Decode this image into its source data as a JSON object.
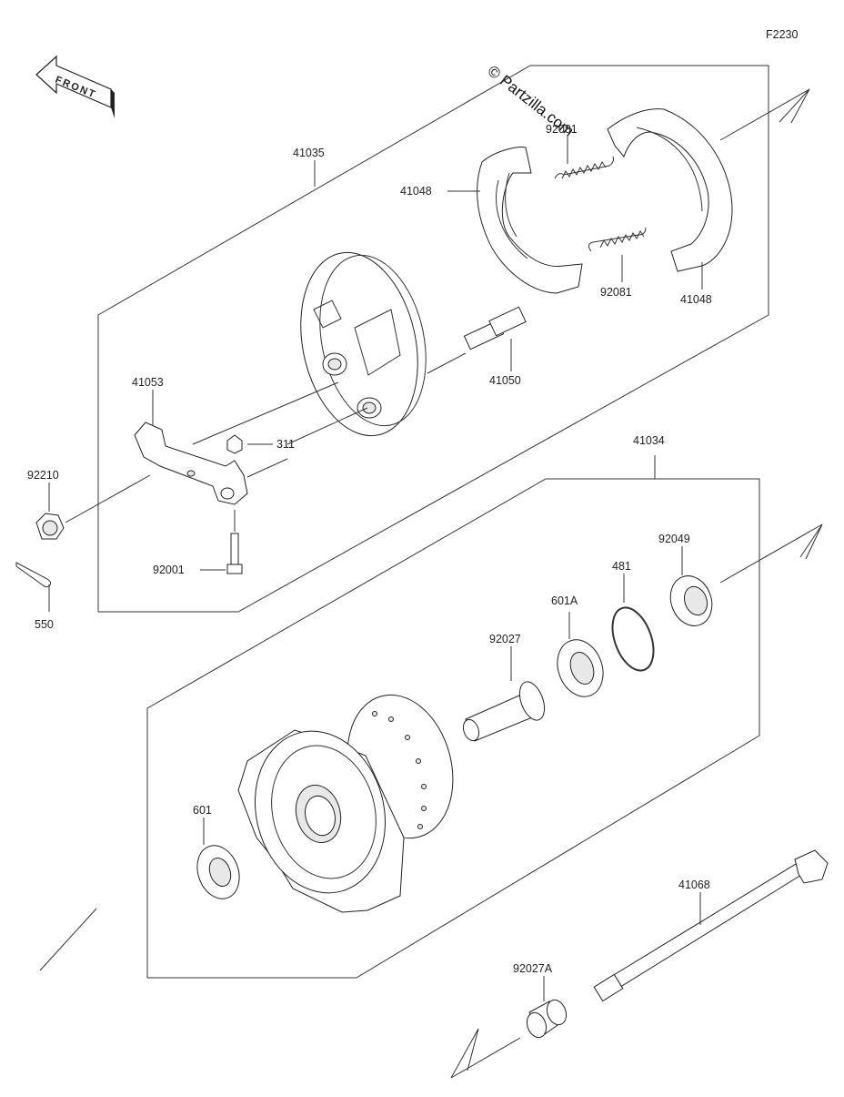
{
  "figure_code": "F2230",
  "watermark": "© Partzilla.com",
  "front_label": "FRONT",
  "labels": {
    "p41035": "41035",
    "p41048a": "41048",
    "p92081a": "92081",
    "p92081b": "92081",
    "p41048b": "41048",
    "p41050": "41050",
    "p41053": "41053",
    "p311": "311",
    "p92210": "92210",
    "p92001": "92001",
    "p550": "550",
    "p41034": "41034",
    "p92049": "92049",
    "p481": "481",
    "p601A": "601A",
    "p92027": "92027",
    "p601": "601",
    "p41068": "41068",
    "p92027A": "92027A"
  }
}
